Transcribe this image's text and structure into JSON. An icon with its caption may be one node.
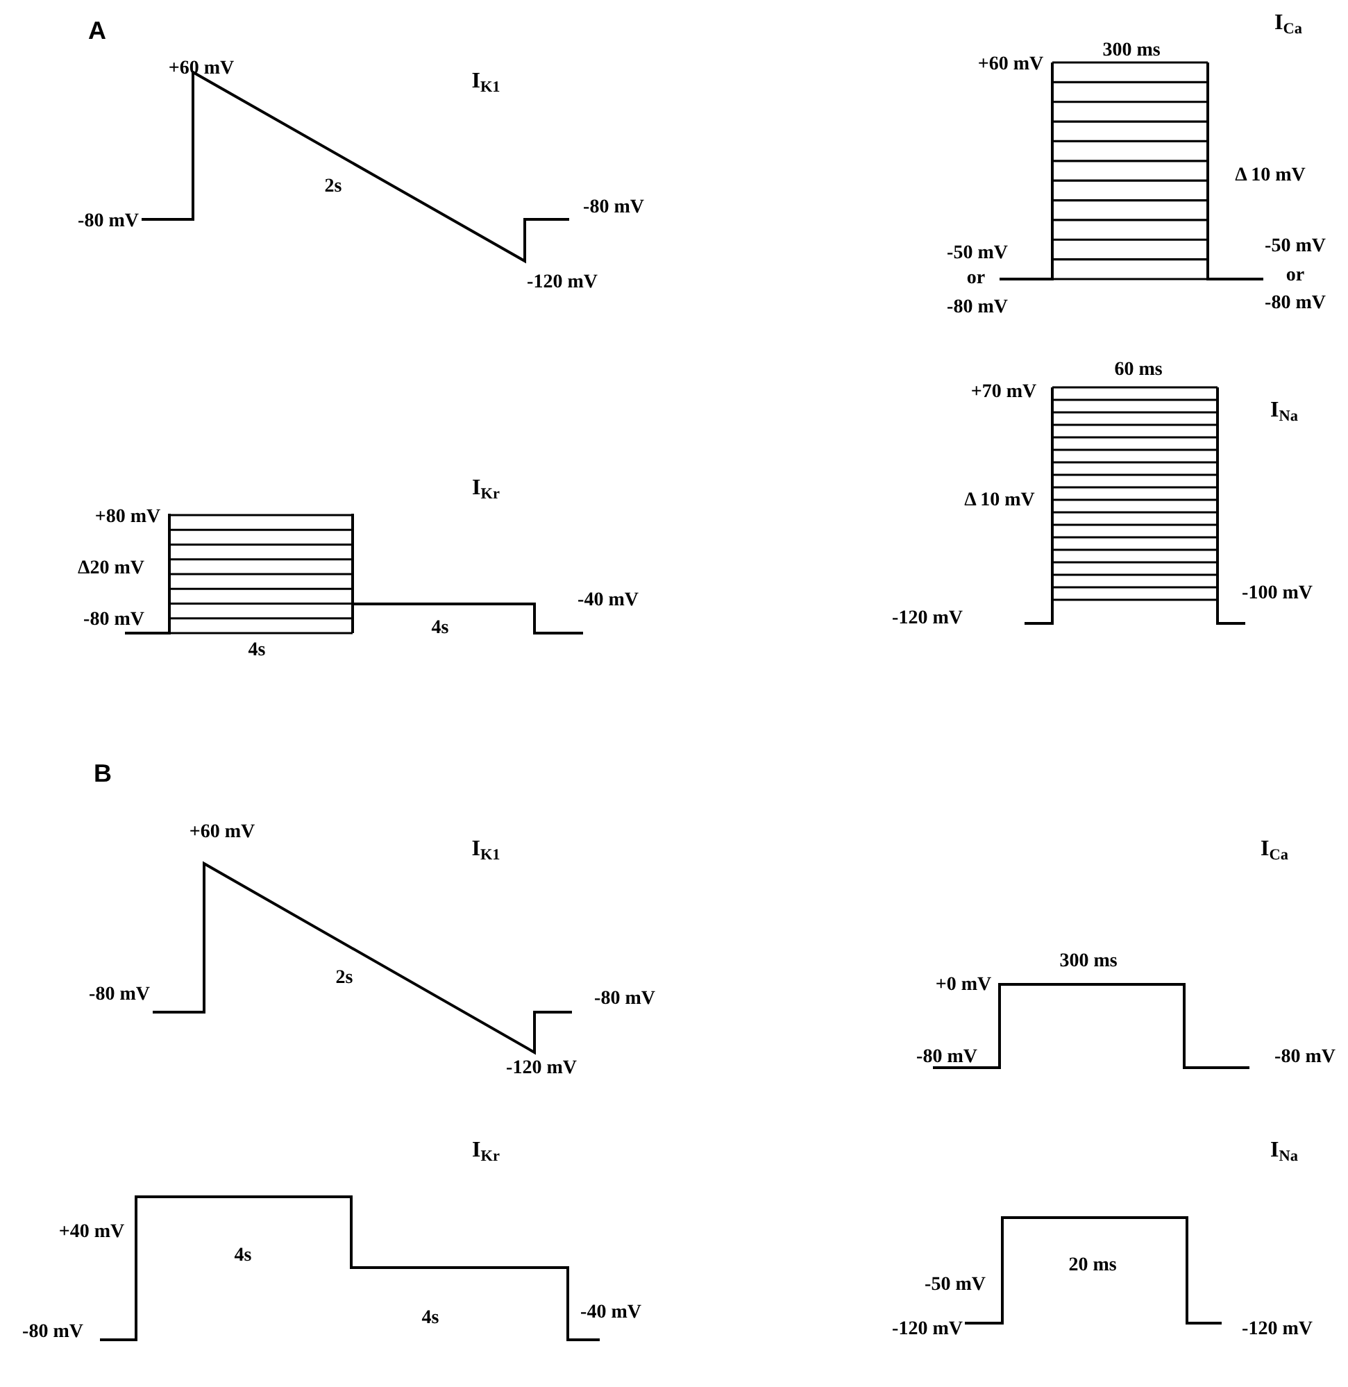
{
  "diagram": {
    "labels": [
      "A",
      "+60 mV",
      "I$_{K1}$",
      "I$_{Ca}$",
      "+60 mV",
      "300 ms",
      "2s",
      "Δ 10 mV",
      "-80 mV",
      "-80 mV",
      "-50 mV",
      "-50 mV",
      "or",
      "or",
      "-120 mV",
      "-80 mV",
      "-80 mV",
      "I$_{Na}$",
      "60 ms",
      "+70 mV",
      "I$_{Kr}$",
      "Δ 10 mV",
      "+80 mV",
      "Δ20 mV",
      "-40 mV",
      "-100 mV",
      "-80 mV",
      "4s",
      "-120 mV",
      "4s",
      "B",
      "+60 mV",
      "I$_{K1}$",
      "I$_{Ca}$",
      "2s",
      "300 ms",
      "+0 mV",
      "-80 mV",
      "-80 mV",
      "-80 mV",
      "-80 mV",
      "-120 mV",
      "I$_{Kr}$",
      "I$_{Na}$",
      "+40 mV",
      "4s",
      "20 ms",
      "-50 mV",
      "4s",
      "-40 mV",
      "-80 mV",
      "-120 mV",
      "-120 mV"
    ]
  }
}
